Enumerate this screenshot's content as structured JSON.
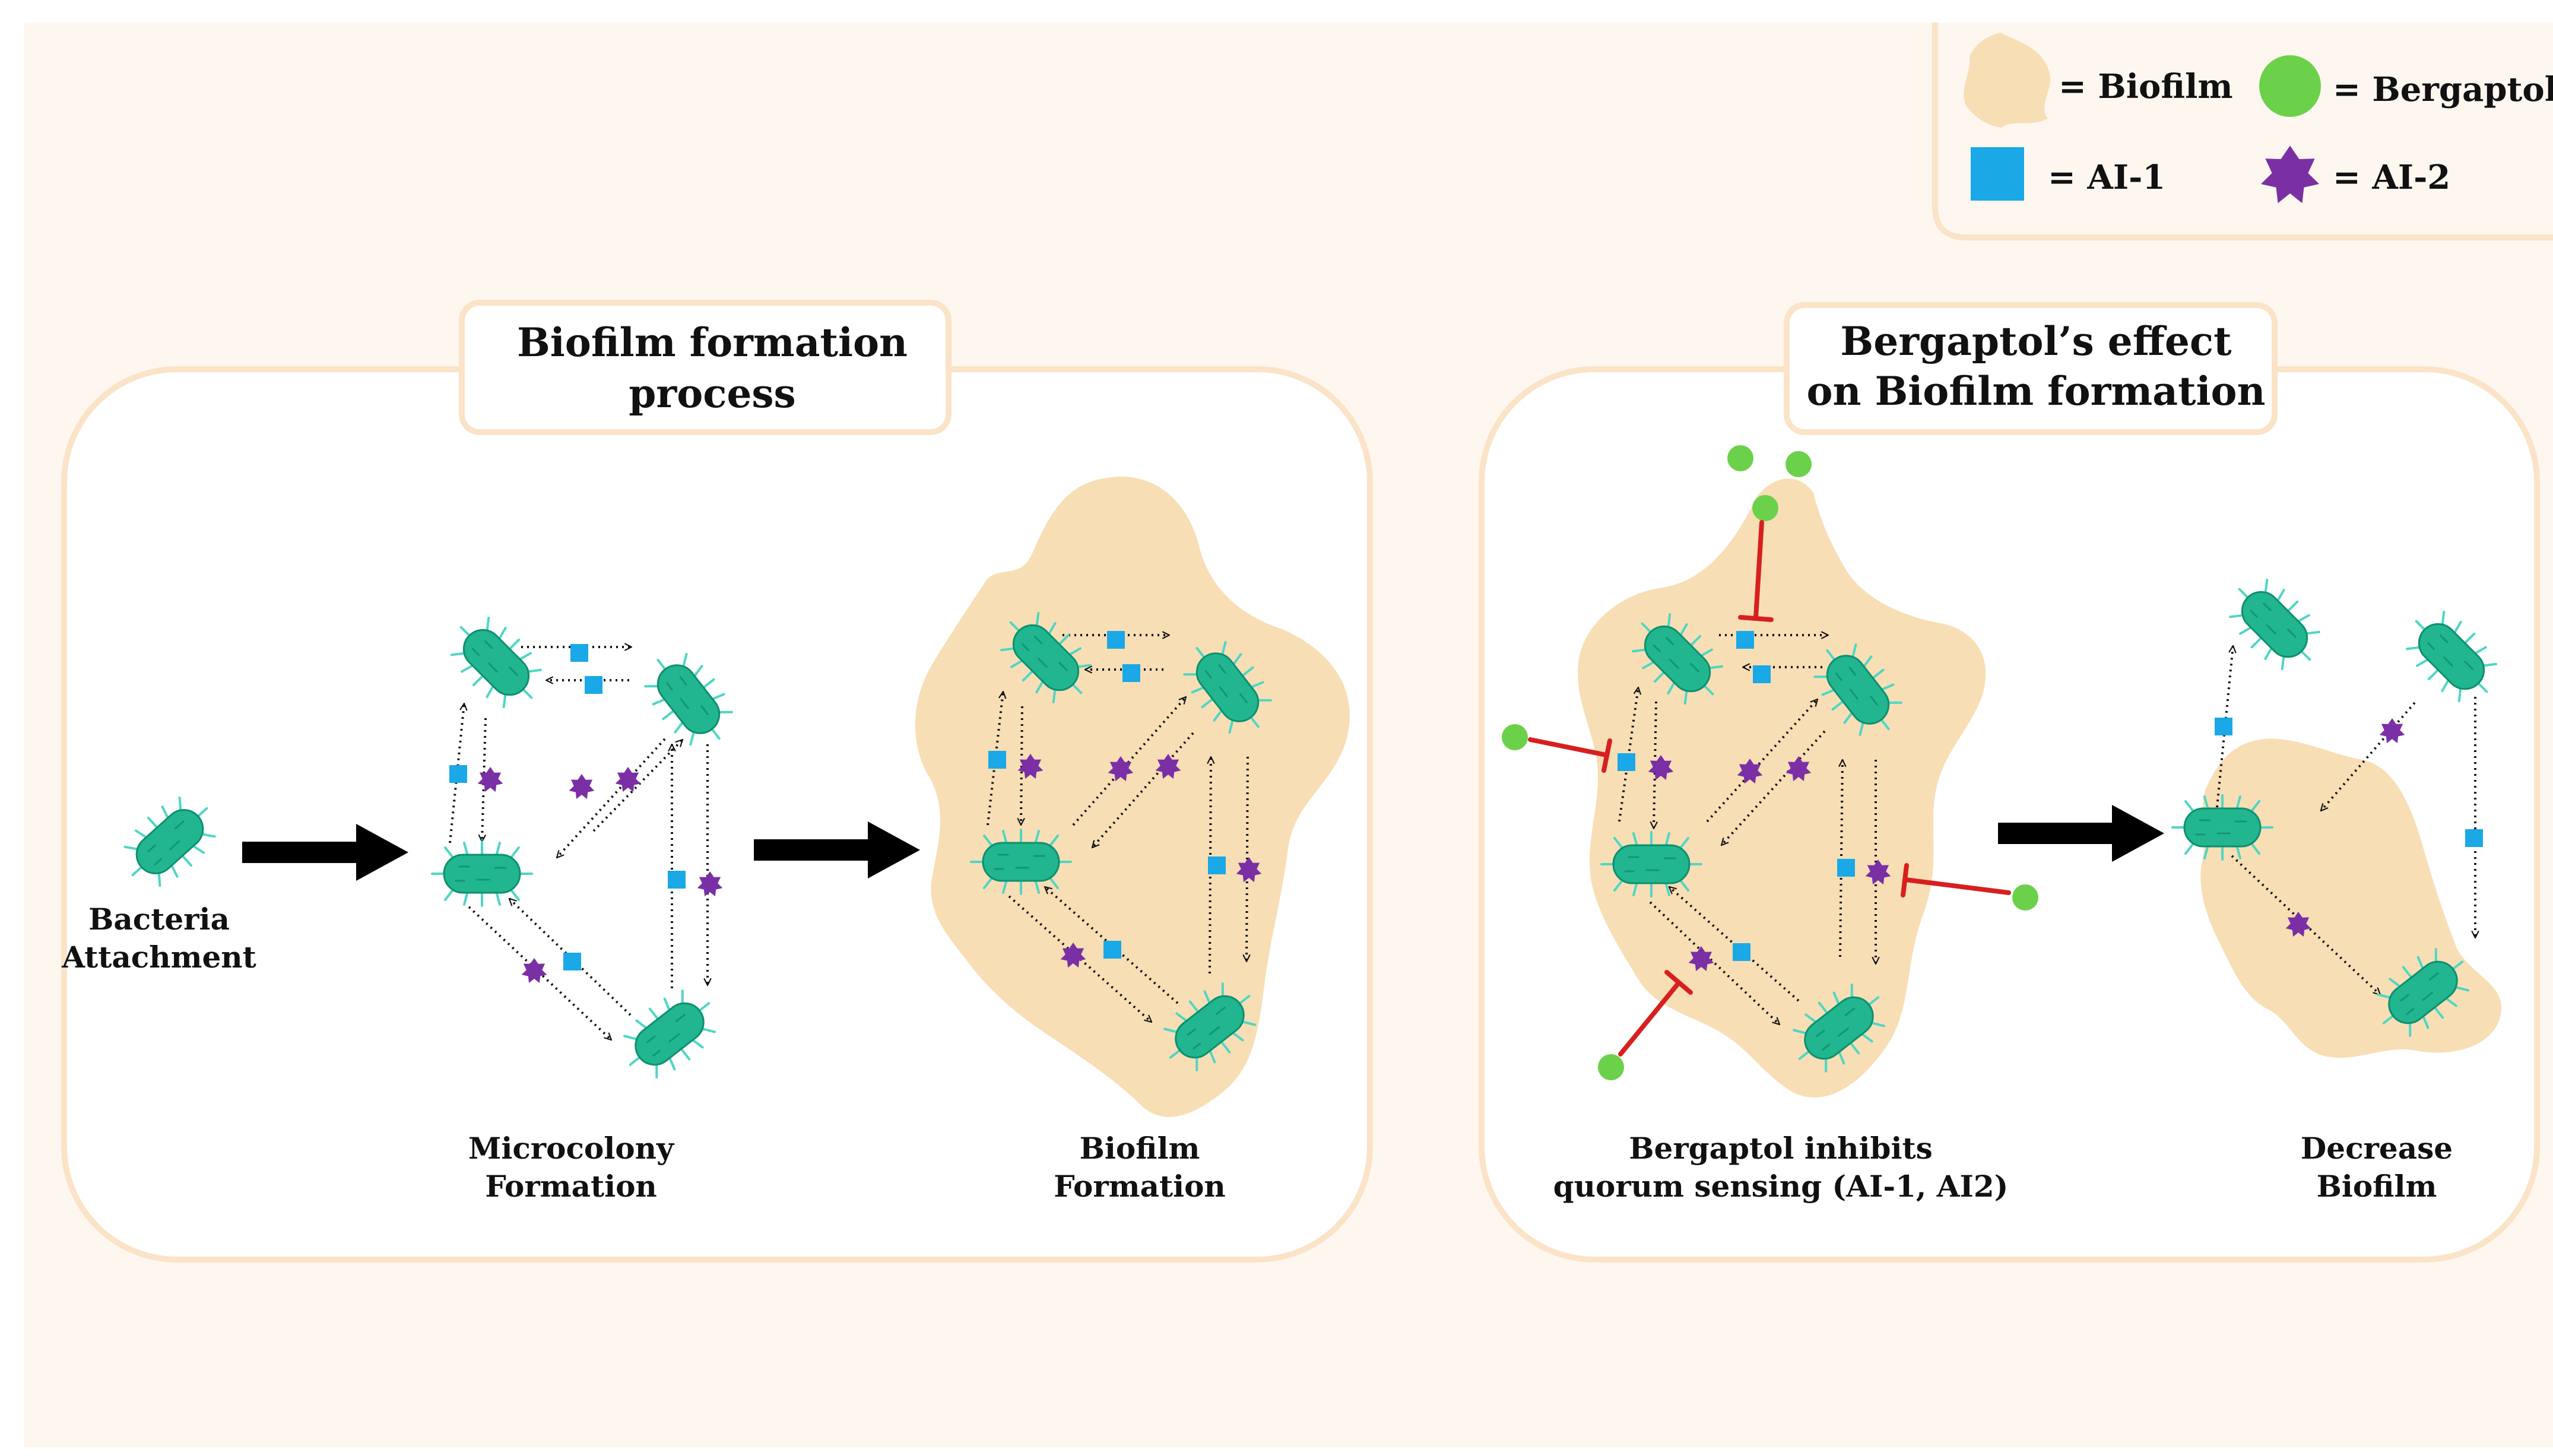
{
  "legend": {
    "biofilm": "= Biofilm",
    "bergaptol": "= Bergaptol",
    "ai1": "= AI-1",
    "ai2": "= AI-2"
  },
  "left_panel": {
    "title_line1": "Biofilm formation",
    "title_line2": "process",
    "stage1_line1": "Bacteria",
    "stage1_line2": "Attachment",
    "stage2_line1": "Microcolony",
    "stage2_line2": "Formation",
    "stage3_line1": "Biofilm",
    "stage3_line2": "Formation"
  },
  "right_panel": {
    "title_line1": "Bergaptol’s effect",
    "title_line2": "on Biofilm formation",
    "stage1_line1": "Bergaptol inhibits",
    "stage1_line2": "quorum sensing (AI-1, AI2)",
    "stage2_line1": "Decrease",
    "stage2_line2": "Biofilm"
  },
  "colors": {
    "background": "#fdf7f0",
    "panel_border": "#fbe3c8",
    "biofilm": "#f8deb5",
    "bacteria": "#21b68f",
    "bacteria_dark": "#0e8f6e",
    "pili": "#4fd6c5",
    "ai1": "#1aa8e6",
    "ai2": "#7b2fa5",
    "bergaptol": "#6cd14a",
    "inhibit": "#d81f1f"
  },
  "icons": [
    "bacterium-icon",
    "ai1-square-icon",
    "ai2-star-icon",
    "bergaptol-dot-icon",
    "inhibit-arrow-icon"
  ]
}
